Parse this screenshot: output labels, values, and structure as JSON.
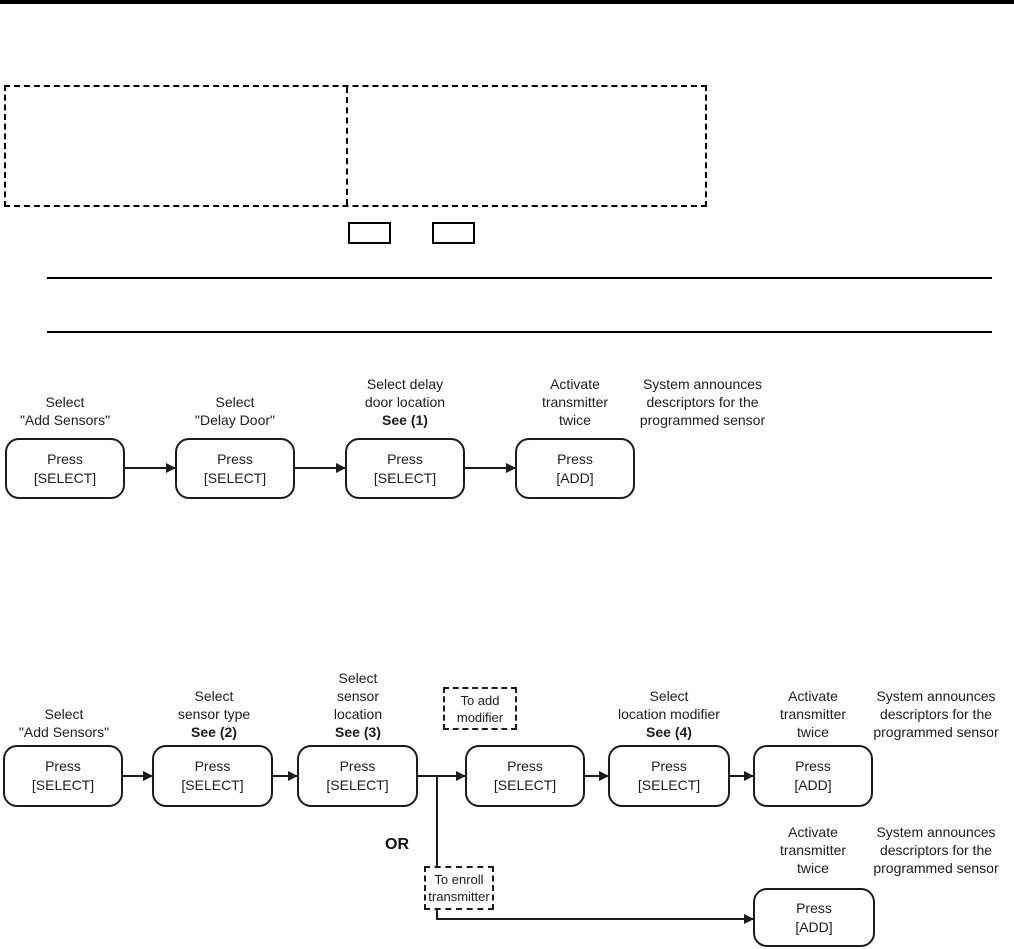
{
  "colors": {
    "ink": "#1c1c1c",
    "rule": "#000000"
  },
  "flow1": {
    "steps": [
      {
        "label": [
          "Select",
          "\"Add Sensors\""
        ],
        "box": [
          "Press",
          "[SELECT]"
        ]
      },
      {
        "label": [
          "Select",
          "\"Delay Door\""
        ],
        "box": [
          "Press",
          "[SELECT]"
        ]
      },
      {
        "label": [
          "Select delay",
          "door location",
          "See (1)"
        ],
        "box": [
          "Press",
          "[SELECT]"
        ]
      },
      {
        "label": [
          "Activate",
          "transmitter",
          "twice"
        ],
        "box": [
          "Press",
          "[ADD]"
        ]
      },
      {
        "label": [
          "System announces",
          "descriptors for the",
          "programmed sensor"
        ]
      }
    ]
  },
  "flow2": {
    "steps": [
      {
        "label": [
          "Select",
          "\"Add Sensors\""
        ],
        "box": [
          "Press",
          "[SELECT]"
        ]
      },
      {
        "label": [
          "Select",
          "sensor type",
          "See (2)"
        ],
        "box": [
          "Press",
          "[SELECT]"
        ]
      },
      {
        "label": [
          "Select",
          "sensor",
          "location",
          "See (3)"
        ],
        "box": [
          "Press",
          "[SELECT]"
        ]
      },
      {
        "label": [
          "To add",
          "modifier"
        ],
        "box": [
          "Press",
          "[SELECT]"
        ]
      },
      {
        "label": [
          "Select",
          "location modifier",
          "See (4)"
        ],
        "box": [
          "Press",
          "[SELECT]"
        ]
      },
      {
        "label": [
          "Activate",
          "transmitter",
          "twice"
        ],
        "box": [
          "Press",
          "[ADD]"
        ]
      },
      {
        "label": [
          "System announces",
          "descriptors for the",
          "programmed sensor"
        ]
      }
    ],
    "or_label": "OR",
    "alt_branch": {
      "note": [
        "To enroll",
        "transmitter"
      ],
      "activate": [
        "Activate",
        "transmitter",
        "twice"
      ],
      "announce": [
        "System announces",
        "descriptors for the",
        "programmed sensor"
      ],
      "box": [
        "Press",
        "[ADD]"
      ]
    }
  }
}
